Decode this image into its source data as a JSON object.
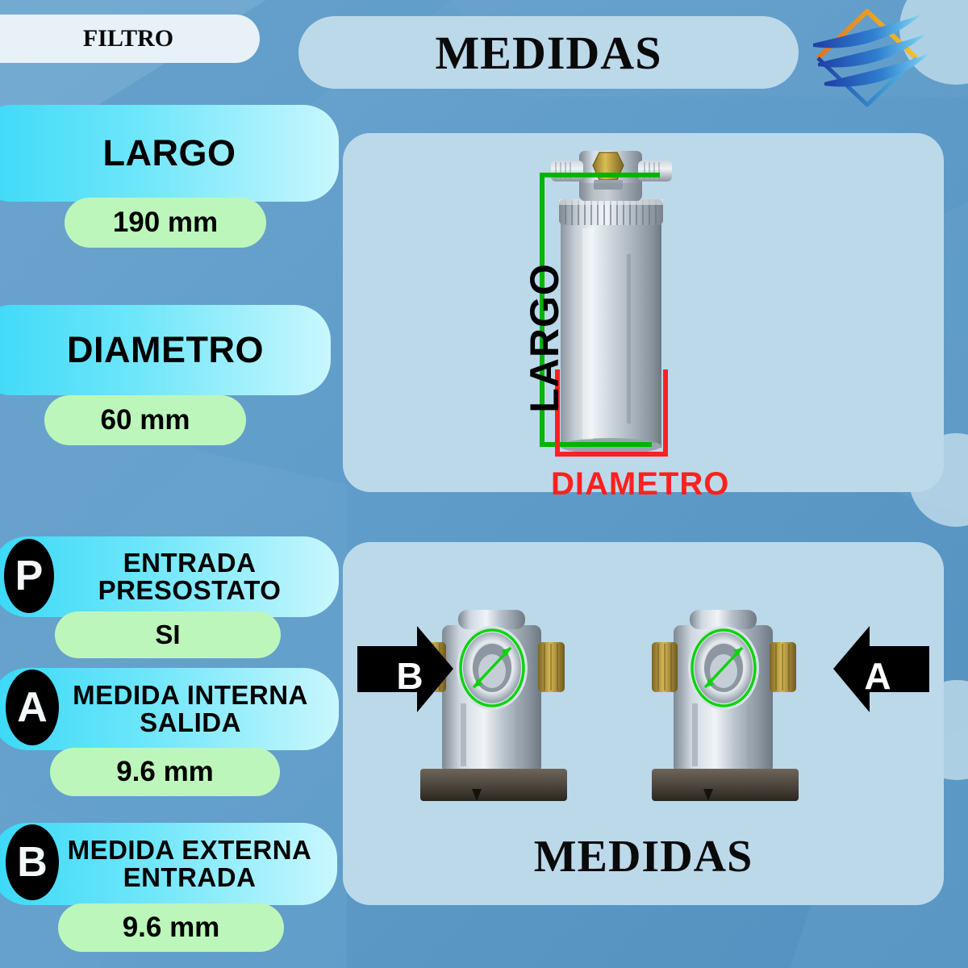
{
  "header": {
    "product_label": "FILTRO",
    "title": "MEDIDAS",
    "logo_name": "brand-logo"
  },
  "specs": [
    {
      "key": "largo",
      "label": "LARGO",
      "value": "190 mm"
    },
    {
      "key": "diametro",
      "label": "DIAMETRO",
      "value": "60 mm"
    }
  ],
  "connections": [
    {
      "badge": "P",
      "label": "ENTRADA PRESOSTATO",
      "value": "SI"
    },
    {
      "badge": "A",
      "label": "MEDIDA INTERNA SALIDA",
      "value": "9.6 mm"
    },
    {
      "badge": "B",
      "label": "MEDIDA EXTERNA ENTRADA",
      "value": "9.6 mm"
    }
  ],
  "diagram_top": {
    "largo_annotation": "LARGO",
    "diametro_annotation": "DIAMETRO",
    "largo_color": "#00b400",
    "diametro_color": "#ff2020"
  },
  "diagram_bottom": {
    "left_arrow_label": "B",
    "right_arrow_label": "A",
    "caption": "MEDIDAS"
  },
  "colors": {
    "background": "#5d9bc9",
    "panel": "#bcd9ea",
    "pill_cyan_start": "#3ad9f7",
    "pill_cyan_end": "#c9f7fd",
    "pill_green": "#bdf6bb",
    "pill_white": "#e8f1f7",
    "badge": "#000000"
  }
}
